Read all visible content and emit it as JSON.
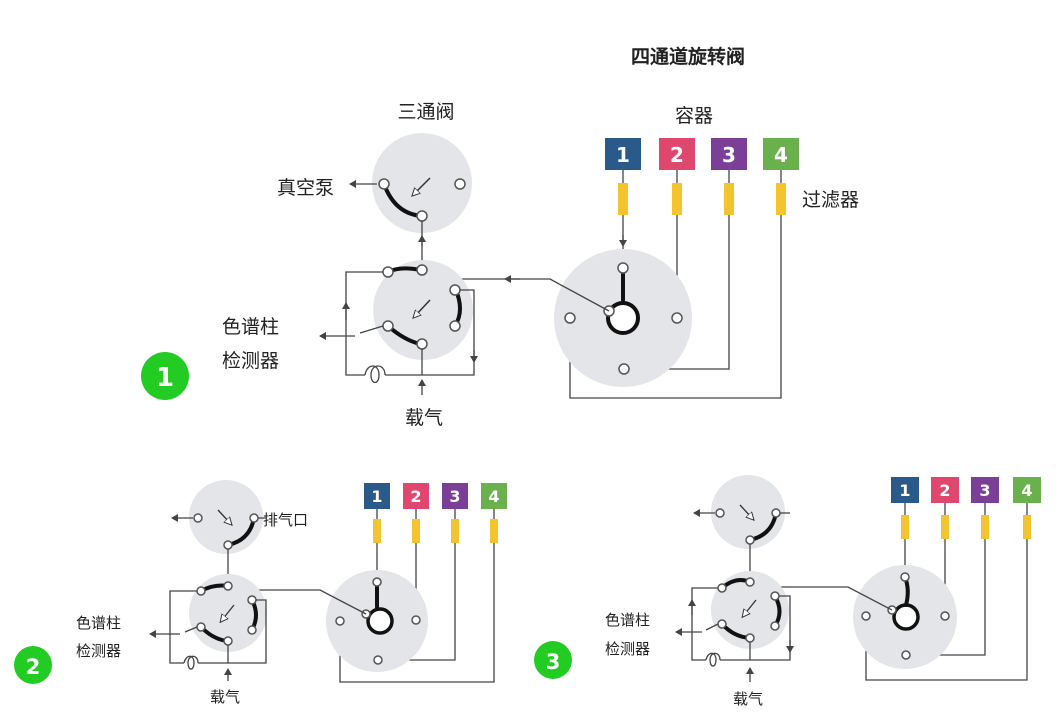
{
  "diagram1": {
    "four_way_valve_title": "四通道旋转阀",
    "container_label": "容器",
    "three_way_valve_label": "三通阀",
    "vacuum_pump_label": "真空泵",
    "filter_label": "过滤器",
    "column_label_line1": "色谱柱",
    "column_label_line2": "检测器",
    "carrier_gas_label": "载气",
    "step": "1"
  },
  "diagram2": {
    "vent_label": "排气口",
    "column_label_line1": "色谱柱",
    "column_label_line2": "检测器",
    "carrier_gas_label": "载气",
    "step": "2"
  },
  "diagram3": {
    "column_label_line1": "色谱柱",
    "column_label_line2": "检测器",
    "carrier_gas_label": "载气",
    "step": "3"
  },
  "containers": [
    {
      "number": "1",
      "color": "#2a5a8a"
    },
    {
      "number": "2",
      "color": "#e0476e"
    },
    {
      "number": "3",
      "color": "#7b3f98"
    },
    {
      "number": "4",
      "color": "#6ab04c"
    }
  ],
  "colors": {
    "filter": "#f4c430",
    "step_badge": "#22cc22",
    "valve_plate": "#e3e5e8"
  }
}
